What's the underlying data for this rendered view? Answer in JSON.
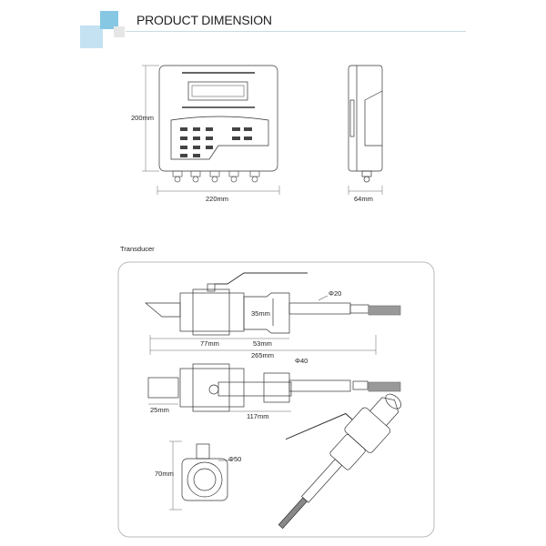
{
  "header": {
    "title": "PRODUCT DIMENSION",
    "accent_color": "#86c7e3",
    "accent_light": "#c4e2f1"
  },
  "device": {
    "height_label": "200mm",
    "width_label": "220mm",
    "depth_label": "64mm"
  },
  "transducer": {
    "section_title": "Transducer",
    "labels": {
      "rod_diameter": "Φ20",
      "coupling_height": "35mm",
      "valve_length": "77mm",
      "coupling_length": "53mm",
      "total_length": "265mm",
      "body_diameter": "Φ40",
      "tip_length": "25mm",
      "insert_length": "117mm",
      "valve_diameter": "Φ50",
      "valve_height": "70mm"
    }
  }
}
